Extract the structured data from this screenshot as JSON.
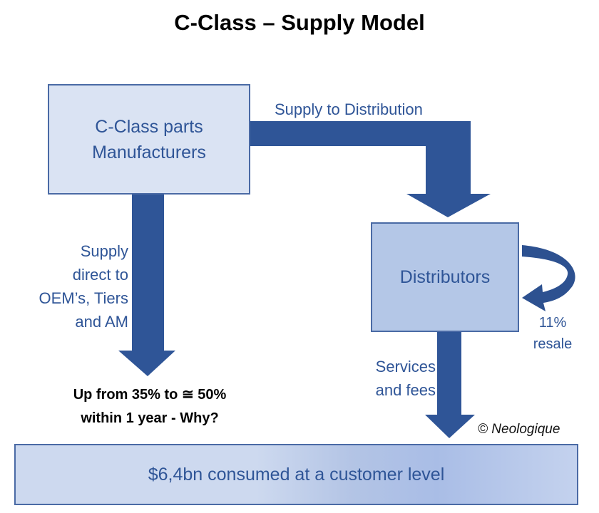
{
  "title": "C-Class – Supply Model",
  "manufacturers_box": {
    "line1": "C-Class parts",
    "line2": "Manufacturers"
  },
  "distributors_box": {
    "label": "Distributors"
  },
  "customer_box": {
    "label": "$6,4bn consumed at a customer level"
  },
  "labels": {
    "supply_to_distribution": "Supply to Distribution",
    "supply_direct": [
      "Supply",
      "direct to",
      "OEM’s, Tiers",
      "and AM"
    ],
    "question": [
      "Up from 35% to ≅ 50%",
      "within 1 year - Why?"
    ],
    "resale": [
      "11%",
      "resale"
    ],
    "services": [
      "Services",
      "and fees"
    ],
    "copyright": "© Neologique"
  },
  "colors": {
    "arrow": "#2f5597",
    "box_light": "#dae3f3",
    "box_mid": "#b4c7e7",
    "text": "#2f5597"
  }
}
